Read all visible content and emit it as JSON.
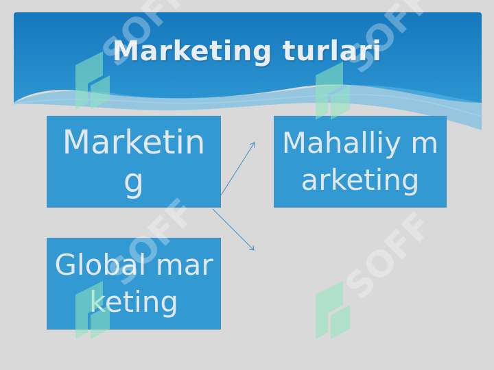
{
  "slide": {
    "title": "Marketing turlari",
    "boxes": {
      "marketing": "Marketing",
      "mahalliy": "Mahalliy marketing",
      "global": "Global marketing"
    },
    "watermark": "SOFF"
  },
  "colors": {
    "header_blue": "#1a82c4",
    "box_blue": "#3399d3",
    "background": "#d9d9d9",
    "text": "#e2e8ec",
    "watermark": "#7fe0b5"
  }
}
